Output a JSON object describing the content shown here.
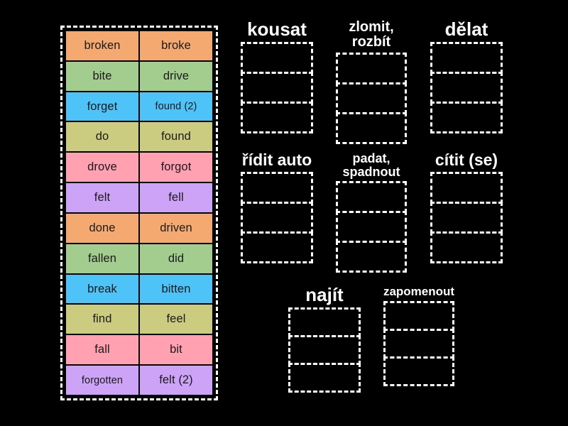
{
  "background_color": "#000000",
  "tile_tray": {
    "border_style": "dashed-white",
    "rows": [
      {
        "color": "#F4A971",
        "left": "broken",
        "right": "broke"
      },
      {
        "color": "#A3CC8F",
        "left": "bite",
        "right": "drive"
      },
      {
        "color": "#4DC3F7",
        "left": "forget",
        "right": "found (2)"
      },
      {
        "color": "#CCCC80",
        "left": "do",
        "right": "found"
      },
      {
        "color": "#FFA1B0",
        "left": "drove",
        "right": "forgot"
      },
      {
        "color": "#CCA3F7",
        "left": "felt",
        "right": "fell"
      },
      {
        "color": "#F4A971",
        "left": "done",
        "right": "driven"
      },
      {
        "color": "#A3CC8F",
        "left": "fallen",
        "right": "did"
      },
      {
        "color": "#4DC3F7",
        "left": "break",
        "right": "bitten"
      },
      {
        "color": "#CCCC80",
        "left": "find",
        "right": "feel"
      },
      {
        "color": "#FFA1B0",
        "left": "fall",
        "right": "bit"
      },
      {
        "color": "#CCA3F7",
        "left": "forgotten",
        "right": "felt (2)"
      }
    ]
  },
  "categories": [
    {
      "label": "kousat",
      "slots": 3,
      "label_size": "26px"
    },
    {
      "label": "zlomit,\nrozbít",
      "slots": 3,
      "label_size": "20px"
    },
    {
      "label": "dělat",
      "slots": 3,
      "label_size": "26px"
    },
    {
      "label": "řídit auto",
      "slots": 3,
      "label_size": "23px"
    },
    {
      "label": "padat,\nspadnout",
      "slots": 3,
      "label_size": "18px"
    },
    {
      "label": "cítit (se)",
      "slots": 3,
      "label_size": "23px"
    },
    {
      "label": "najít",
      "slots": 3,
      "label_size": "26px"
    },
    {
      "label": "zapomenout",
      "slots": 3,
      "label_size": "17px"
    }
  ]
}
